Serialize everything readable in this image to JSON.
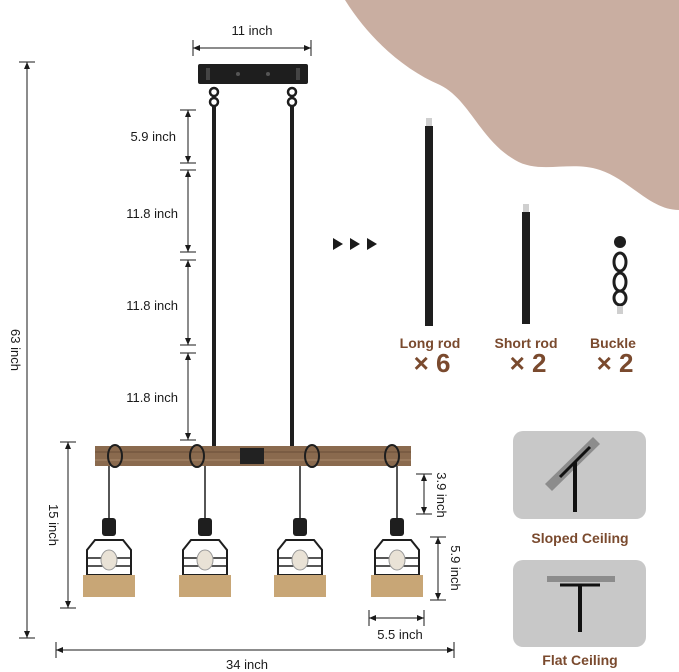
{
  "dimensions": {
    "top_width": "11 inch",
    "rod_seg_1": "5.9 inch",
    "rod_seg_2": "11.8 inch",
    "rod_seg_3": "11.8 inch",
    "rod_seg_4": "11.8 inch",
    "total_height": "63 inch",
    "fixture_height": "15 inch",
    "cord_length": "3.9 inch",
    "shade_height": "5.9 inch",
    "shade_width": "5.5 inch",
    "total_width": "34 inch"
  },
  "parts": [
    {
      "label": "Long rod",
      "count": "× 6"
    },
    {
      "label": "Short rod",
      "count": "× 2"
    },
    {
      "label": "Buckle",
      "count": "× 2"
    }
  ],
  "arrow_icon": "triple-arrow-icon",
  "ceilings": [
    {
      "label": "Sloped Ceiling"
    },
    {
      "label": "Flat Ceiling"
    }
  ],
  "colors": {
    "accent": "#7a4a2e",
    "decor_blob": "#c9aea1",
    "wood": "#8a6a4e",
    "metal": "#1e1e1e",
    "ceiling_card": "#c8c8c8"
  }
}
